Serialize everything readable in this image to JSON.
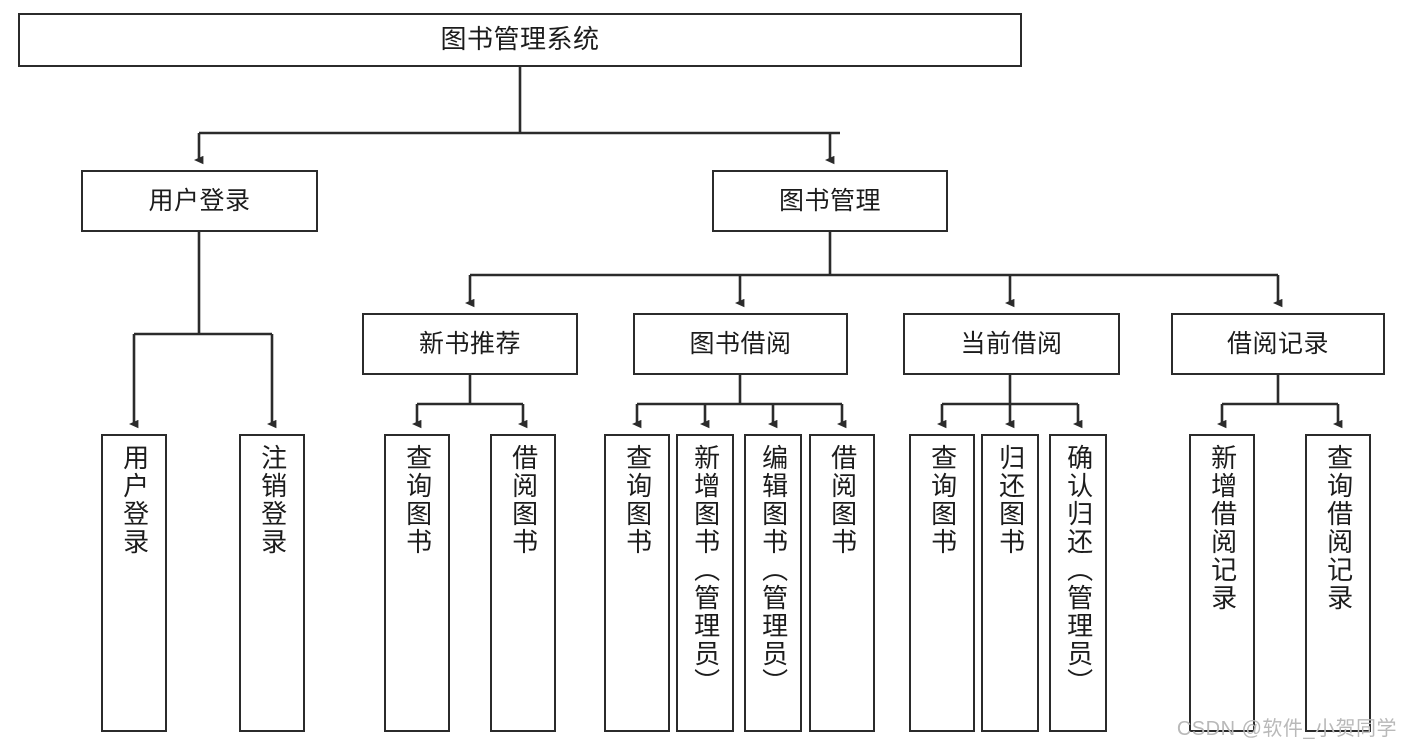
{
  "diagram": {
    "title": "图书管理系统",
    "type": "tree-hierarchy-diagram",
    "colors": {
      "box_border": "#2b2b2b",
      "box_fill": "#ffffff",
      "connector": "#2b2b2b",
      "watermark": "#b9b9b9",
      "background": "#ffffff"
    },
    "nodes": {
      "root": {
        "label": "图书管理系统"
      },
      "level2": [
        {
          "label": "用户登录"
        },
        {
          "label": "图书管理"
        }
      ],
      "level3": [
        {
          "label": "新书推荐"
        },
        {
          "label": "图书借阅"
        },
        {
          "label": "当前借阅"
        },
        {
          "label": "借阅记录"
        }
      ],
      "leaves": {
        "user_login": [
          {
            "label": "用户登录"
          },
          {
            "label": "注销登录"
          }
        ],
        "new_book_recommend": [
          {
            "label": "查询图书"
          },
          {
            "label": "借阅图书"
          }
        ],
        "book_borrow": [
          {
            "label": "查询图书"
          },
          {
            "label": "新增图书（管理员）"
          },
          {
            "label": "编辑图书（管理员）"
          },
          {
            "label": "借阅图书"
          }
        ],
        "current_borrow": [
          {
            "label": "查询图书"
          },
          {
            "label": "归还图书"
          },
          {
            "label": "确认归还（管理员）"
          }
        ],
        "borrow_record": [
          {
            "label": "新增借阅记录"
          },
          {
            "label": "查询借阅记录"
          }
        ]
      }
    },
    "watermark": "CSDN @软件_小贺同学"
  }
}
